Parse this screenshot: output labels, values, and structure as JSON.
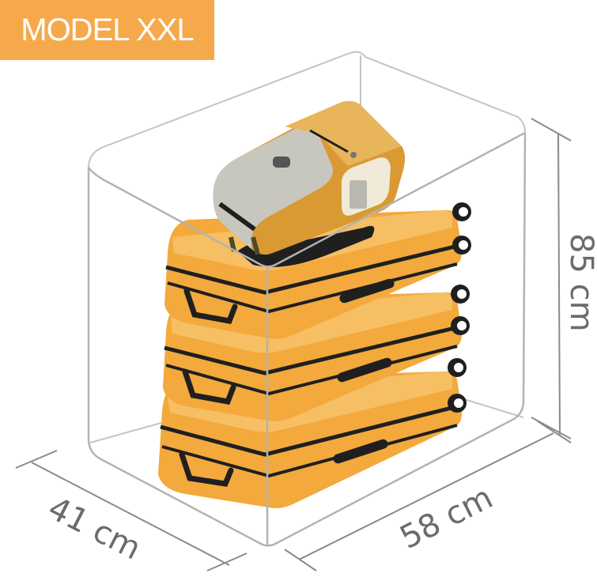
{
  "badge": {
    "label": "MODEL XXL"
  },
  "dimensions": {
    "depth": "41 cm",
    "width": "58 cm",
    "height": "85 cm"
  },
  "colors": {
    "accent": "#f6a94a",
    "suitcase": "#f3a93c",
    "suitcase_light": "#f7bf63",
    "stripe": "#1f1f1f",
    "box_line": "#b9b9b9",
    "dim_text": "#6b6b6b",
    "bag_gray": "#c8c7bd"
  },
  "icons": [
    "suitcase-icon",
    "travel-bag-icon",
    "wheel-icon",
    "handle-icon"
  ]
}
